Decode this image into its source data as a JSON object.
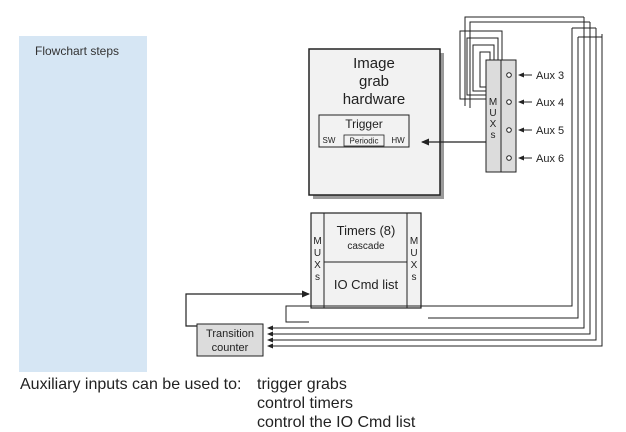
{
  "panel": {
    "title": "Flowchart steps"
  },
  "image_grab": {
    "title_lines": [
      "Image",
      "grab",
      "hardware"
    ],
    "trigger": {
      "label": "Trigger",
      "sw": "SW",
      "periodic": "Periodic",
      "hw": "HW"
    }
  },
  "mux_right": {
    "letters": [
      "M",
      "U",
      "X",
      "s"
    ]
  },
  "aux_inputs": [
    "Aux 3",
    "Aux 4",
    "Aux 5",
    "Aux 6"
  ],
  "timers_block": {
    "mux_left_letters": [
      "M",
      "U",
      "X",
      "s"
    ],
    "mux_right_letters": [
      "M",
      "U",
      "X",
      "s"
    ],
    "timers_label": "Timers (8)",
    "cascade_label": "cascade",
    "io_label": "IO Cmd list"
  },
  "transition_counter": {
    "lines": [
      "Transition",
      "counter"
    ]
  },
  "caption": {
    "prefix": "Auxiliary inputs can be used to:",
    "items": [
      "trigger grabs",
      "control timers",
      "control the IO Cmd list"
    ]
  },
  "colors": {
    "panel_bg": "#d6e6f4",
    "box_fill": "#f2f2f2",
    "box_fill_dark": "#dcdcdc",
    "stroke": "#222222"
  }
}
